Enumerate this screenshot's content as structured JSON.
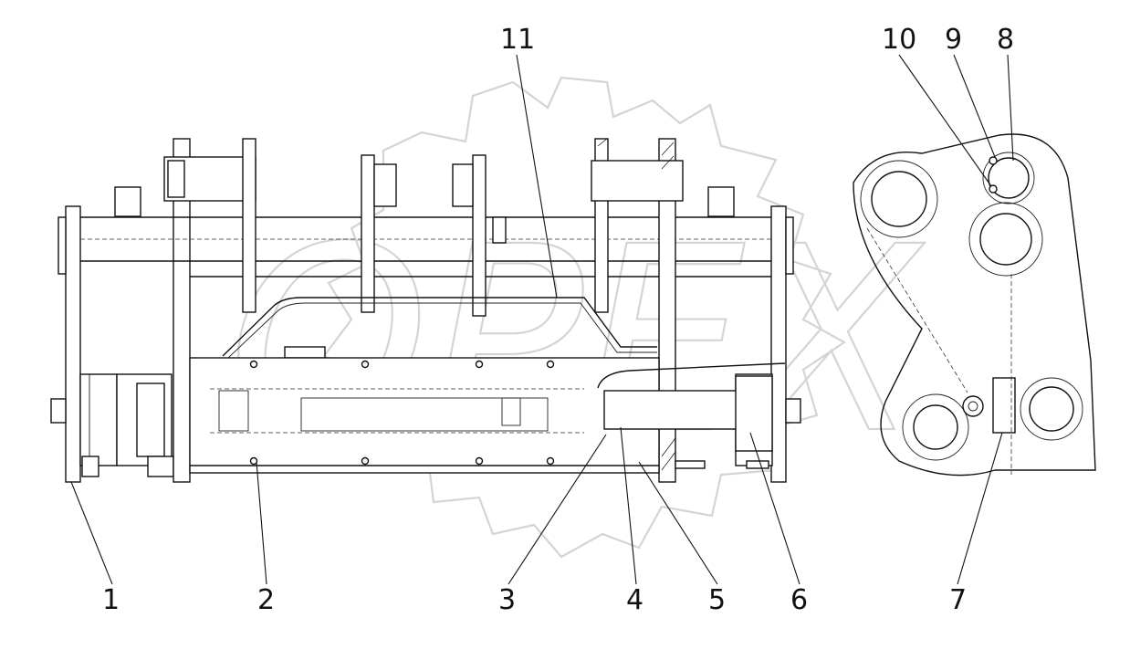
{
  "drawing": {
    "callouts": [
      {
        "id": "1",
        "label": "1"
      },
      {
        "id": "2",
        "label": "2"
      },
      {
        "id": "3",
        "label": "3"
      },
      {
        "id": "4",
        "label": "4"
      },
      {
        "id": "5",
        "label": "5"
      },
      {
        "id": "6",
        "label": "6"
      },
      {
        "id": "7",
        "label": "7"
      },
      {
        "id": "8",
        "label": "8"
      },
      {
        "id": "9",
        "label": "9"
      },
      {
        "id": "10",
        "label": "10"
      },
      {
        "id": "11",
        "label": "11"
      }
    ],
    "watermark": "OPEX",
    "colors": {
      "line": "#111111",
      "watermark": "#d4d4d4",
      "background": "#ffffff"
    }
  }
}
